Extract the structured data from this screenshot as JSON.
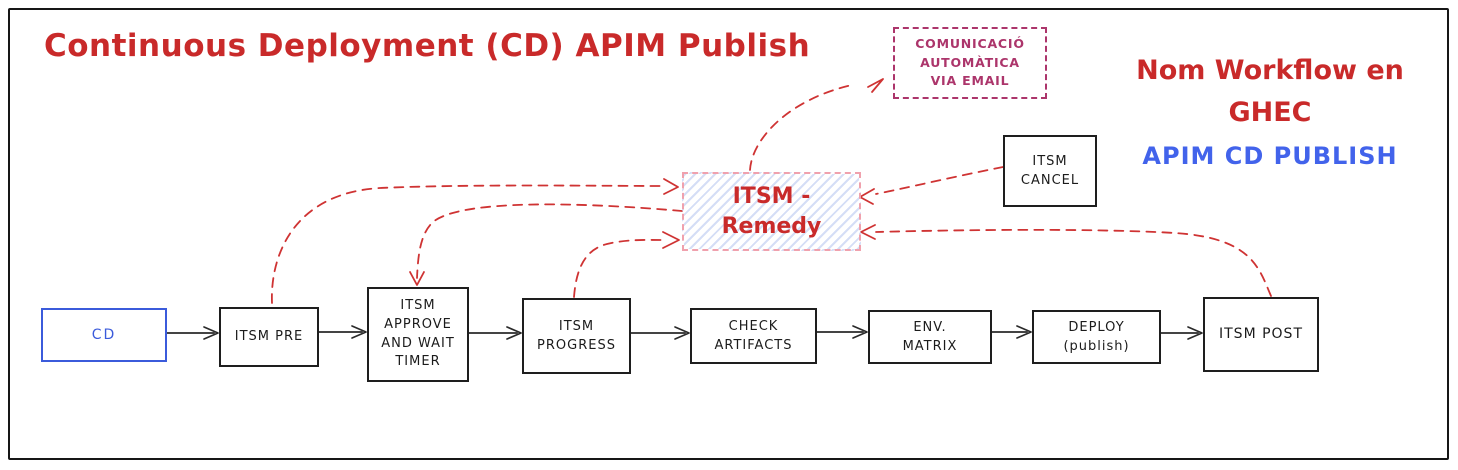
{
  "title": "Continuous Deployment (CD) APIM Publish",
  "ghec_note": {
    "line1": "Nom Workflow en",
    "line2": "GHEC",
    "workflow_name": "APIM CD PUBLISH"
  },
  "email_note": "COMUNICACIÓ\nAUTOMÀTICA\nVIA EMAIL",
  "nodes": {
    "cd": "CD",
    "itsm_pre": "ITSM PRE",
    "itsm_approve": "ITSM\nAPPROVE\nAND WAIT\nTIMER",
    "itsm_progress": "ITSM\nPROGRESS",
    "check_artifacts": "CHECK\nARTIFACTS",
    "env_matrix": "ENV.\nMATRIX",
    "deploy": "DEPLOY\n(publish)",
    "itsm_post": "ITSM POST",
    "itsm_cancel": "ITSM\nCANCEL",
    "remedy": "ITSM -\nRemedy"
  },
  "colors": {
    "title_red": "#c92a2a",
    "arrow_red": "#cf3333",
    "workflow_blue": "#4263eb",
    "cd_box_blue": "#3b5bdb",
    "email_note_pink": "#ac356b",
    "remedy_border_pink": "#f0a1ad",
    "remedy_hatch_fill": "#b2c2ee",
    "box_black": "#1e1e1e"
  }
}
